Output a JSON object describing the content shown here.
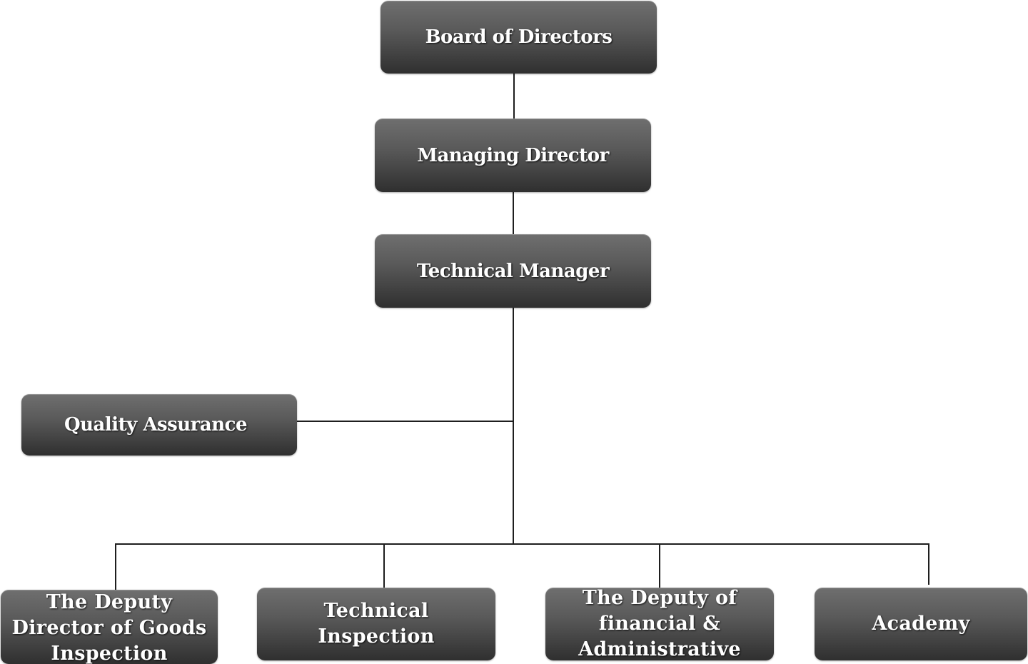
{
  "org_chart": {
    "board": {
      "label": "Board of Directors"
    },
    "managing_director": {
      "label": "Managing Director"
    },
    "technical_manager": {
      "label": "Technical Manager"
    },
    "quality_assurance": {
      "label": "Quality Assurance"
    },
    "departments": [
      {
        "label": "The Deputy\nDirector of Goods\nInspection"
      },
      {
        "label": "Technical\nInspection"
      },
      {
        "label": "The Deputy of\nfinancial &\nAdministrative"
      },
      {
        "label": "Academy"
      }
    ]
  },
  "colors": {
    "box_top": "#6f6f6f",
    "box_bottom": "#2f2f2f",
    "connector": "#1e1e1e",
    "text": "#ffffff"
  }
}
